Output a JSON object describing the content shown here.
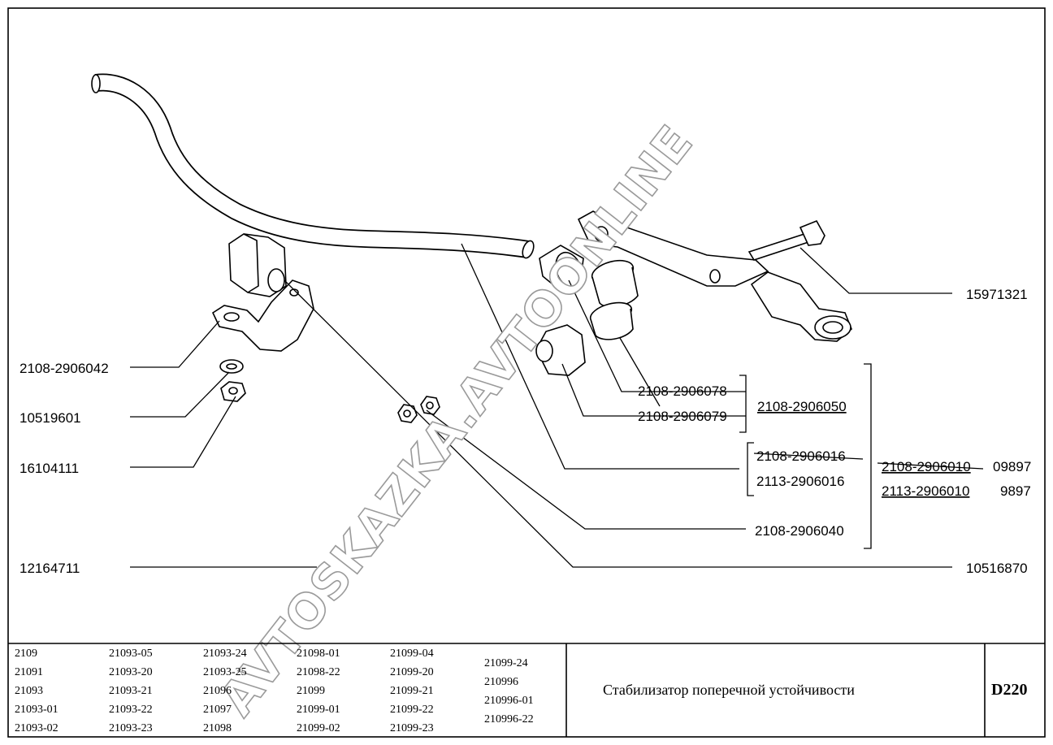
{
  "parts": {
    "bolt": "15971321",
    "bracket": "2108-2906042",
    "washer": "10519601",
    "nut_bracket": "16104111",
    "nut_link": "12164711",
    "bushing_inner": "2108-2906078",
    "bushing_outer": "2108-2906079",
    "link_assembly": "2108-2906050",
    "bar_old": "2108-2906016",
    "bar_new": "2113-2906016",
    "cushion": "2108-2906040",
    "washer_link": "10516870",
    "assembly_old": "2108-2906010",
    "assembly_old_qty": "09897",
    "assembly_new": "2113-2906010",
    "assembly_new_qty": "9897"
  },
  "models": [
    [
      "2109",
      "21091",
      "21093",
      "21093-01",
      "21093-02"
    ],
    [
      "21093-05",
      "21093-20",
      "21093-21",
      "21093-22",
      "21093-23"
    ],
    [
      "21093-24",
      "21093-25",
      "21096",
      "21097",
      "21098"
    ],
    [
      "21098-01",
      "21098-22",
      "21099",
      "21099-01",
      "21099-02"
    ],
    [
      "21099-04",
      "21099-20",
      "21099-21",
      "21099-22",
      "21099-23"
    ],
    [
      "21099-24",
      "210996",
      "210996-01",
      "210996-22"
    ]
  ],
  "title": "Стабилизатор поперечной устойчивости",
  "code": "D220",
  "watermark": "AVTOSKAZKA.AVTOONLINE"
}
